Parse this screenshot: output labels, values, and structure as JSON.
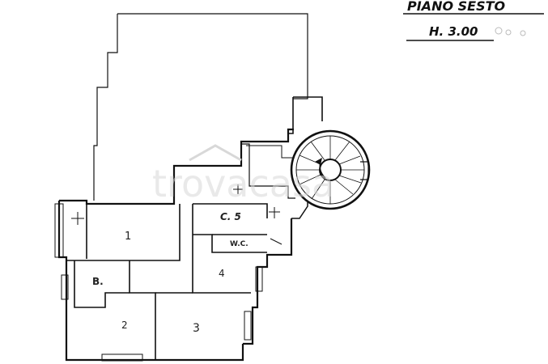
{
  "header": {
    "title": "PIANO SESTO",
    "height_label": "H. 3.00"
  },
  "rooms": {
    "room_1": "1",
    "room_b": "B.",
    "room_c": "C. 5",
    "room_wc": "W.C.",
    "room_4": "4",
    "room_2": "2",
    "room_3": "3"
  },
  "watermark": "trovacasa",
  "colors": {
    "ink": "#111111",
    "paper": "#ffffff",
    "watermark": "#d8d8d8"
  }
}
